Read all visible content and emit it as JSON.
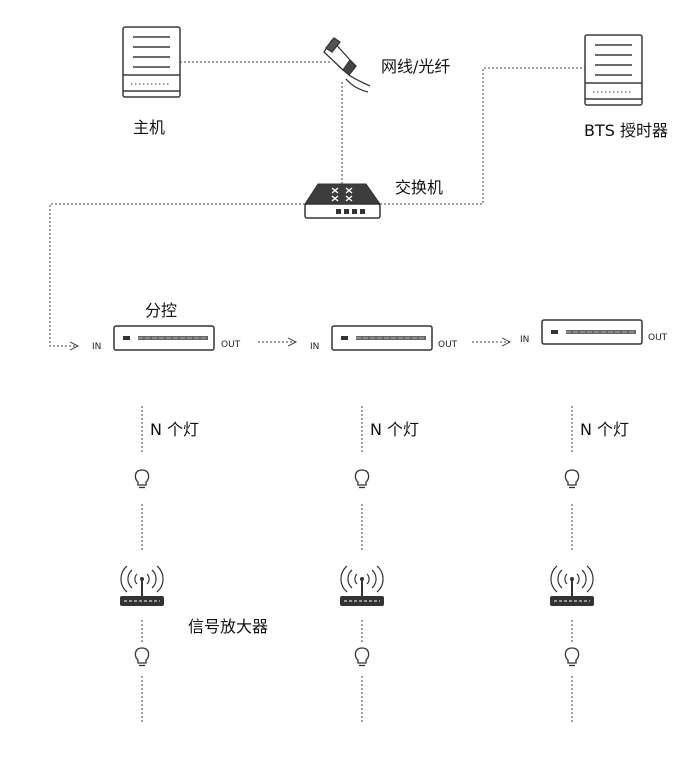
{
  "labels": {
    "host": "主机",
    "cable": "网线/光纤",
    "bts": "BTS 授时器",
    "switch": "交换机",
    "sub_controller": "分控",
    "amplifier": "信号放大器"
  },
  "ports": {
    "in": "IN",
    "out": "OUT"
  },
  "lamp_count_label": "N 个灯",
  "columns": [
    {
      "id": "col1"
    },
    {
      "id": "col2"
    },
    {
      "id": "col3"
    }
  ],
  "colors": {
    "line": "#444444",
    "device_stroke": "#3a3a3a",
    "device_fill": "#ffffff",
    "switch_fill": "#3c3c3c",
    "amp_fill": "#333333"
  }
}
